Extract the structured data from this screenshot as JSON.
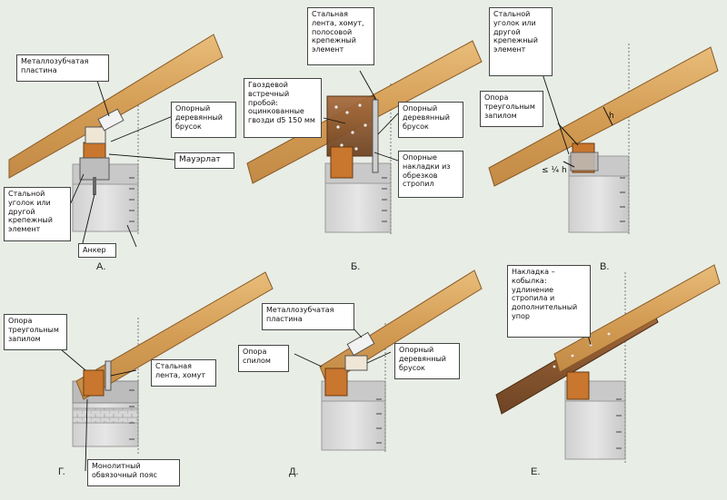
{
  "panels": {
    "A": {
      "letter": "А.",
      "labels": {
        "metal_plate": "Металлозубчатая\nпластина",
        "wood_block": "Опорный\nдеревянный\nбрусок",
        "mauerlat": "Мауэрлат",
        "steel_angle": "Стальной\nуголок или\nдругой\nкрепежный\nэлемент",
        "anchor": "Анкер"
      }
    },
    "B": {
      "letter": "Б.",
      "labels": {
        "steel_band": "Стальная\nлента, хомут,\nполосовой\nкрепежный\nэлемент",
        "nail_punch": "Гвоздевой\nвстречный\nпробой:\nоцинкованные\nгвозди d5 150 мм",
        "wood_block": "Опорный\nдеревянный\nбрусок",
        "support_plates": "Опорные\nнакладки из\nобрезков\nстропил"
      }
    },
    "V": {
      "letter": "В.",
      "labels": {
        "steel_angle": "Стальной\nуголок или\nдругой\nкрепежный\nэлемент",
        "triangle_notch": "Опора\nтреугольным\nзапилом"
      },
      "dims": {
        "h": "h",
        "quarter_h": "≤ ¼ h"
      }
    },
    "G": {
      "letter": "Г.",
      "labels": {
        "triangle_notch": "Опора\nтреугольным\nзапилом",
        "steel_band": "Стальная\nлента, хомут",
        "monolithic_belt": "Монолитный\nобвязочный пояс"
      }
    },
    "D": {
      "letter": "Д.",
      "labels": {
        "metal_plate": "Металлозубчатая\nпластина",
        "cut_support": "Опора\nспилом",
        "wood_block": "Опорный\nдеревянный\nбрусок"
      }
    },
    "E": {
      "letter": "Е.",
      "labels": {
        "overlay": "Накладка –\nкобылка:\nудлинение\nстропила и\nдополнительный\nупор"
      }
    }
  },
  "colors": {
    "background": "#e8ede6",
    "rafter": "#d9a860",
    "rafter_edge": "#8a5a25",
    "rafter_dark": "#8a5632",
    "wall": "#dcdcdc",
    "wall_shadow": "#9a9a9a",
    "label_border": "#444444"
  }
}
